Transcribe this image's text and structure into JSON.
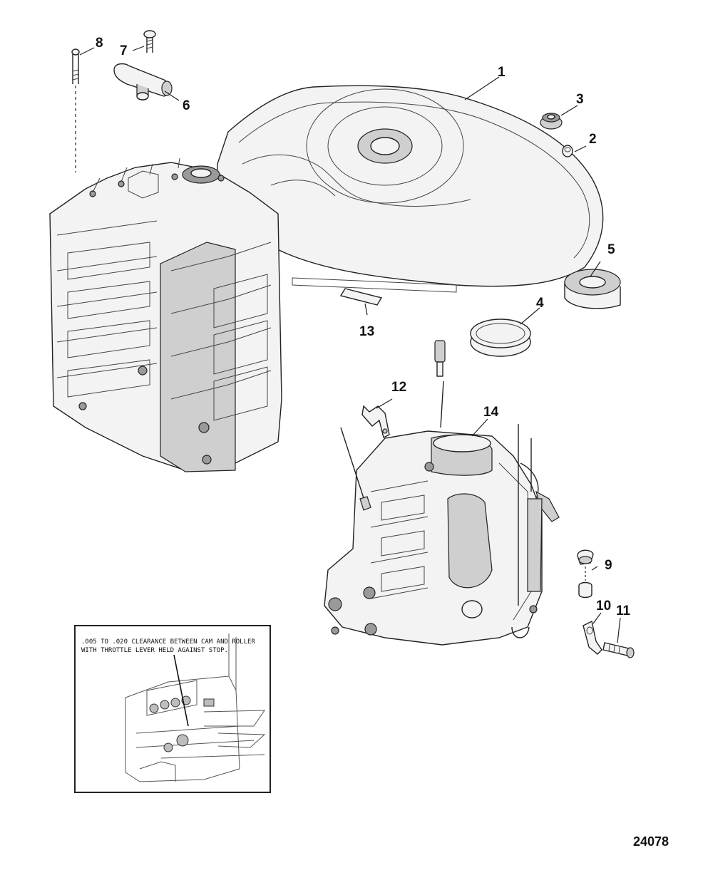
{
  "callouts": [
    {
      "id": "1",
      "label": "1"
    },
    {
      "id": "2",
      "label": "2"
    },
    {
      "id": "3",
      "label": "3"
    },
    {
      "id": "4",
      "label": "4"
    },
    {
      "id": "5",
      "label": "5"
    },
    {
      "id": "6",
      "label": "6"
    },
    {
      "id": "7",
      "label": "7"
    },
    {
      "id": "8",
      "label": "8"
    },
    {
      "id": "9",
      "label": "9"
    },
    {
      "id": "10",
      "label": "10"
    },
    {
      "id": "11",
      "label": "11"
    },
    {
      "id": "12",
      "label": "12"
    },
    {
      "id": "13",
      "label": "13"
    },
    {
      "id": "14",
      "label": "14"
    }
  ],
  "inset": {
    "note_line1": ".005 TO .020 CLEARANCE BETWEEN CAM AND ROLLER",
    "note_line2": "WITH THROTTLE LEVER HELD AGAINST STOP."
  },
  "figure_number": "24078"
}
